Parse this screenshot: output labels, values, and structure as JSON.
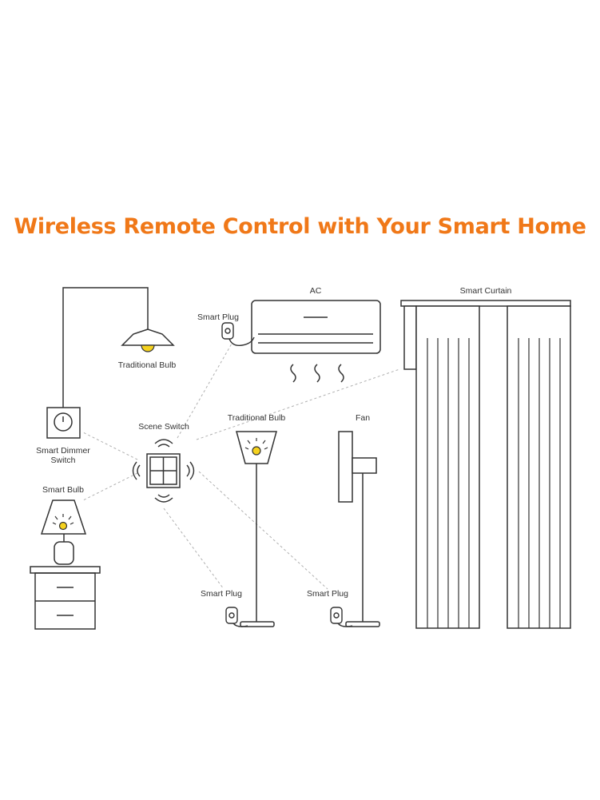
{
  "title": "Wireless Remote Control with Your Smart Home",
  "colors": {
    "title": "#f07818",
    "line": "#333333",
    "dashed": "#b0b0b0",
    "bulb": "#f5d21e"
  },
  "labels": {
    "traditional_bulb_left": "Traditional Bulb",
    "smart_dimmer_line1": "Smart Dimmer",
    "smart_dimmer_line2": "Switch",
    "smart_bulb": "Smart Bulb",
    "scene_switch": "Scene Switch",
    "smart_plug_ac": "Smart Plug",
    "ac": "AC",
    "smart_curtain": "Smart Curtain",
    "traditional_bulb_floor": "Traditional Bulb",
    "fan": "Fan",
    "smart_plug_floor": "Smart Plug",
    "smart_plug_fan": "Smart Plug"
  },
  "icons": {
    "pendant": "pendant-lamp-icon",
    "dimmer": "dimmer-switch-icon",
    "table_lamp": "table-lamp-icon",
    "nightstand": "nightstand-icon",
    "scene_switch": "scene-switch-icon",
    "ac": "air-conditioner-icon",
    "curtain": "curtain-icon",
    "floor_lamp": "floor-lamp-icon",
    "fan": "fan-icon",
    "plug": "smart-plug-icon"
  }
}
